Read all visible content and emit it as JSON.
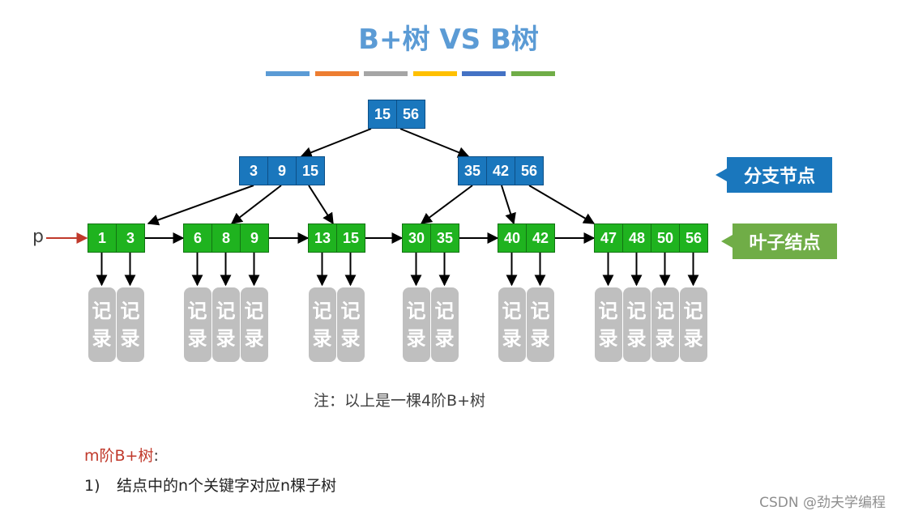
{
  "title": "B+树 VS B树",
  "title_bar_colors": [
    "#5B9BD5",
    "#ED7D31",
    "#A5A5A5",
    "#FFC000",
    "#4472C4",
    "#70AD47"
  ],
  "root": {
    "keys": [
      "15",
      "56"
    ]
  },
  "branches": [
    {
      "keys": [
        "3",
        "9",
        "15"
      ]
    },
    {
      "keys": [
        "35",
        "42",
        "56"
      ]
    }
  ],
  "leaves": [
    {
      "keys": [
        "1",
        "3"
      ]
    },
    {
      "keys": [
        "6",
        "8",
        "9"
      ]
    },
    {
      "keys": [
        "13",
        "15"
      ]
    },
    {
      "keys": [
        "30",
        "35"
      ]
    },
    {
      "keys": [
        "40",
        "42"
      ]
    },
    {
      "keys": [
        "47",
        "48",
        "50",
        "56"
      ]
    }
  ],
  "record_label": [
    "记",
    "录"
  ],
  "branch_tag": {
    "label": "分支节点",
    "color": "#1A77BD"
  },
  "leaf_tag": {
    "label": "叶子结点",
    "color": "#70AD47"
  },
  "pointer_label": "p",
  "note": "注：以上是一棵4阶B+树",
  "definition": {
    "heading": "m阶B+树",
    "colon": ":",
    "items": [
      {
        "number": "1)",
        "text": "结点中的n个关键字对应n棵子树"
      }
    ]
  },
  "credit": "CSDN @劲夫学编程"
}
